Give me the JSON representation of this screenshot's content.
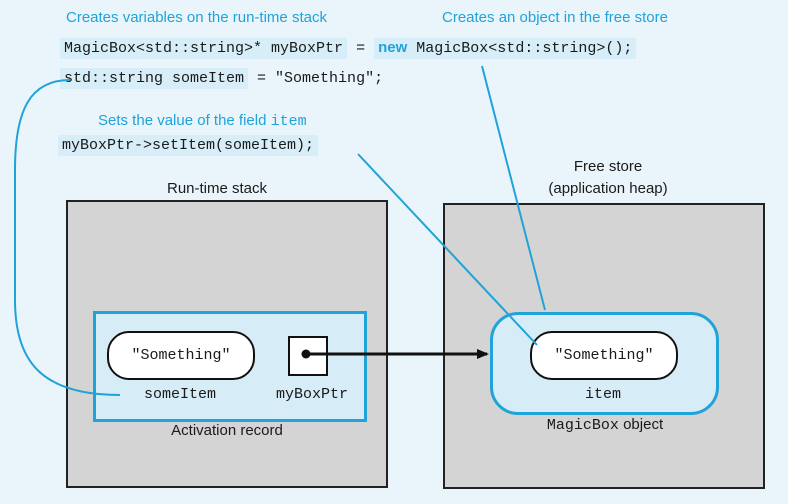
{
  "captions": {
    "stack_vars": "Creates variables on the run-time stack",
    "free_store_obj": "Creates an object in the free store",
    "set_field_prefix": "Sets the value of the field",
    "set_field_name": "item"
  },
  "code": {
    "line1_a": "MagicBox<std::string>* myBoxPtr",
    "line1_eq": "=",
    "line1_new": "new",
    "line1_b": "MagicBox<std::string>();",
    "line2_a": "std::string someItem",
    "line2_b": "= \"Something\";",
    "line3": "myBoxPtr->setItem(someItem);"
  },
  "stack": {
    "title": "Run-time stack",
    "value": "\"Something\"",
    "var_name": "someItem",
    "ptr_name": "myBoxPtr",
    "record_label": "Activation record"
  },
  "heap": {
    "title_line1": "Free store",
    "title_line2": "(application heap)",
    "value": "\"Something\"",
    "field_name": "item",
    "object_type": "MagicBox",
    "object_word": "object"
  },
  "colors": {
    "accent": "#1fa3d8",
    "background": "#eaf5fb",
    "highlight": "#d7edf8",
    "box_fill": "#d4d4d4",
    "record_fill": "#d6ecf7"
  }
}
